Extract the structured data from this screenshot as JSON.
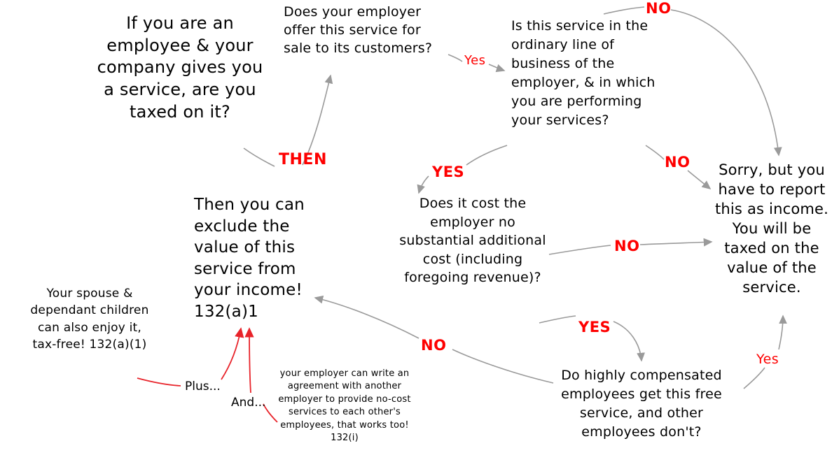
{
  "diagram": {
    "title": "Employee service fringe benefit taxation flowchart",
    "colors": {
      "text": "#000000",
      "edge_label": "#fe0000",
      "arrow_gray": "#9a9a9a",
      "arrow_red": "#e8232a",
      "background": "#ffffff"
    },
    "nodes": [
      {
        "id": "start",
        "text": "If you are an employee & your company gives you a service, are you taxed on it?"
      },
      {
        "id": "q1",
        "text": "Does your employer offer this service for sale to its customers?"
      },
      {
        "id": "q2",
        "text": "Is this service in the ordinary  line of business of the employer, & in which you are performing your services?"
      },
      {
        "id": "taxed",
        "text": "Sorry, but you have to report this as income. You will be taxed on the value of the service."
      },
      {
        "id": "exclude",
        "text": "Then you can exclude the value of this service from your income! 132(a)1"
      },
      {
        "id": "q3",
        "text": "Does it cost the employer no substantial additional cost (including foregoing revenue)?"
      },
      {
        "id": "q4",
        "text": "Do highly compensated employees get this free service, and other employees don't?"
      },
      {
        "id": "spouse",
        "text": "Your spouse & dependant children can also enjoy it, tax-free! 132(a)(1)"
      },
      {
        "id": "agreement",
        "text": "your employer can write an agreement with another employer to provide no-cost services to each other's employees, that works too! 132(i)"
      }
    ],
    "edge_labels": [
      {
        "id": "then",
        "text": "THEN"
      },
      {
        "id": "yes1",
        "text": "Yes"
      },
      {
        "id": "no1",
        "text": "NO"
      },
      {
        "id": "yes2",
        "text": "YES"
      },
      {
        "id": "no2",
        "text": "NO"
      },
      {
        "id": "no3",
        "text": "NO"
      },
      {
        "id": "yes3",
        "text": "YES"
      },
      {
        "id": "no4",
        "text": "NO"
      },
      {
        "id": "yes4",
        "text": "Yes"
      }
    ],
    "connector_labels": [
      {
        "id": "plus",
        "text": "Plus..."
      },
      {
        "id": "and",
        "text": "And..."
      }
    ]
  }
}
